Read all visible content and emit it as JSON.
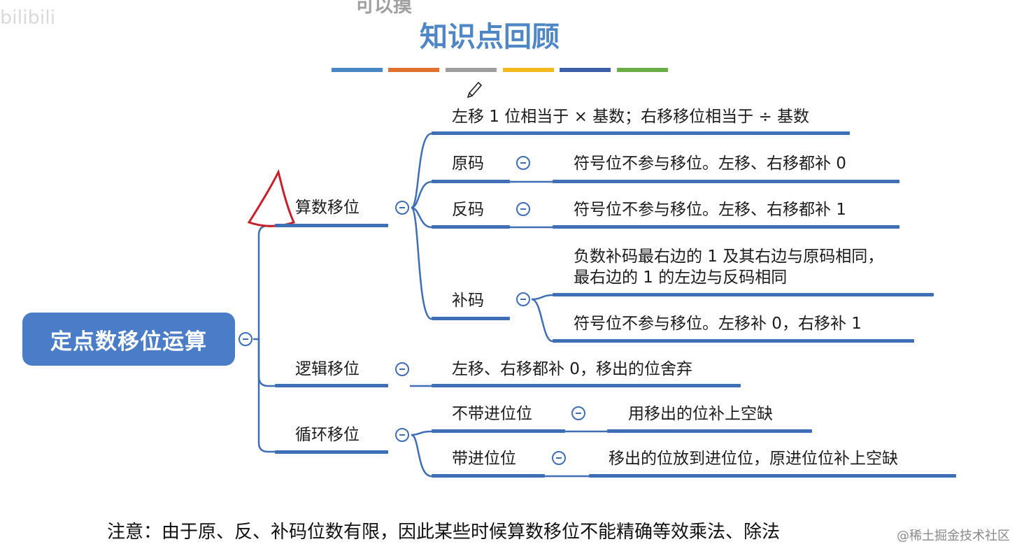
{
  "header": {
    "overlay_text": "可以摸",
    "title": "知识点回顾",
    "watermark_left": "bilibili",
    "color_bars": [
      "#4a86c5",
      "#e0712e",
      "#9e9e9e",
      "#f2b81e",
      "#3d5ea8",
      "#6aae46"
    ]
  },
  "root": {
    "label": "定点数移位运算"
  },
  "branches": {
    "arith": {
      "label": "算数移位",
      "rule": "左移 1 位相当于 × 基数；右移移位相当于 ÷ 基数",
      "yuanma": {
        "label": "原码",
        "desc": "符号位不参与移位。左移、右移都补 0"
      },
      "fanma": {
        "label": "反码",
        "desc": "符号位不参与移位。左移、右移都补 1"
      },
      "buma": {
        "label": "补码",
        "desc1_line1": "负数补码最右边的 1 及其右边与原码相同，",
        "desc1_line2": "最右边的 1 的左边与反码相同",
        "desc2": "符号位不参与移位。左移补 0，右移补 1"
      }
    },
    "logic": {
      "label": "逻辑移位",
      "desc": "左移、右移都补 0，移出的位舍弃"
    },
    "cyclic": {
      "label": "循环移位",
      "no_carry": {
        "label": "不带进位位",
        "desc": "用移出的位补上空缺"
      },
      "with_carry": {
        "label": "带进位位",
        "desc": "移出的位放到进位位，原进位位补上空缺"
      }
    }
  },
  "footer": {
    "note": "注意：由于原、反、补码位数有限，因此某些时候算数移位不能精确等效乘法、除法",
    "watermark_right": "@稀土掘金技术社区"
  },
  "colors": {
    "line": "#3e6eb6",
    "root_fill": "#4a7cc7",
    "title": "#4f86c6",
    "annotation": "#c8202a"
  }
}
